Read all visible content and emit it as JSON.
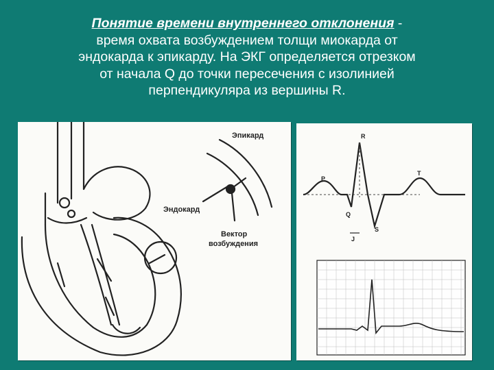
{
  "title": {
    "emphasis": "Понятие времени внутреннего отклонения",
    "dash": " -",
    "line2": "время охвата возбуждением толщи миокарда от",
    "line3": "эндокарда к эпикарду. На ЭКГ определяется отрезком",
    "line4": "от начала Q до точки пересечения с изолинией",
    "line5": "перпендикуляра из вершины R."
  },
  "heart_diagram": {
    "label_epicardium": "Эпикард",
    "label_endocardium": "Эндокард",
    "label_vector_1": "Вектор",
    "label_vector_2": "возбуждения"
  },
  "ecg_diagram": {
    "label_r": "R",
    "label_p": "P",
    "label_t": "T",
    "label_q": "Q",
    "label_s": "S",
    "label_j": "J"
  },
  "colors": {
    "background": "#0f7b73",
    "text": "#ffffff",
    "panel": "#fbfbf8"
  }
}
